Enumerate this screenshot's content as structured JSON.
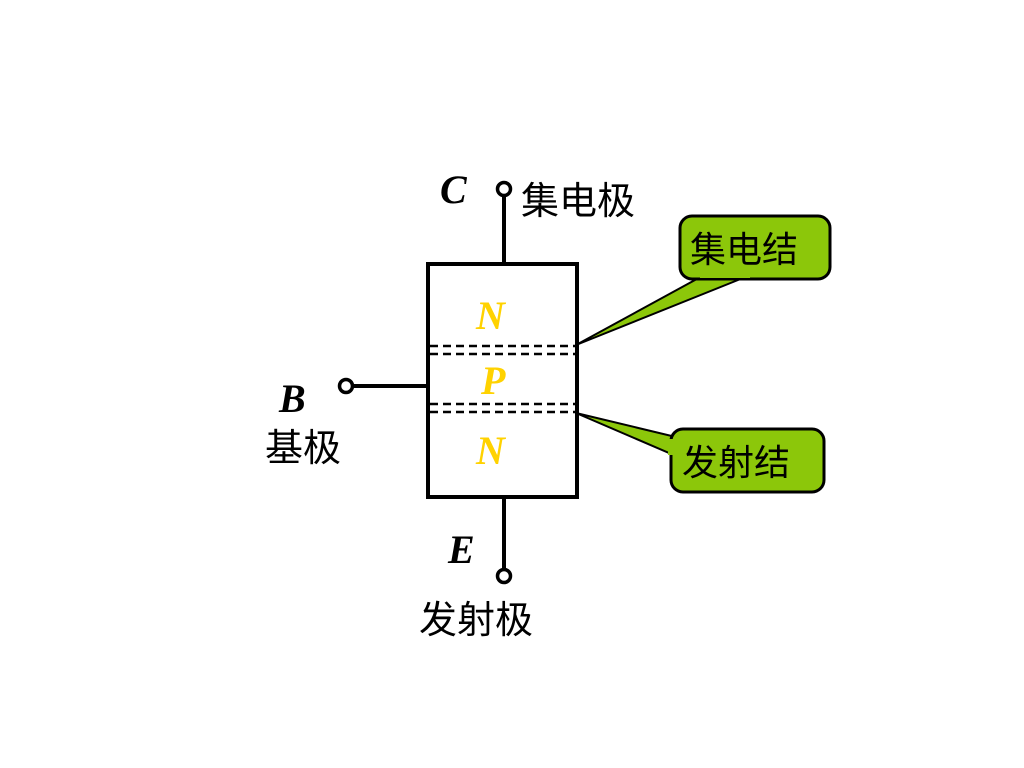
{
  "terminals": {
    "collector": {
      "letter": "C",
      "name": "集电极"
    },
    "base": {
      "letter": "B",
      "name": "基极"
    },
    "emitter": {
      "letter": "E",
      "name": "发射极"
    }
  },
  "regions": {
    "top": "N",
    "middle": "P",
    "bottom": "N"
  },
  "callouts": {
    "collector_junction": "集电结",
    "emitter_junction": "发射结"
  },
  "colors": {
    "region_letter": "#FFD200",
    "callout_fill": "#8CC70A",
    "line": "#000000"
  }
}
